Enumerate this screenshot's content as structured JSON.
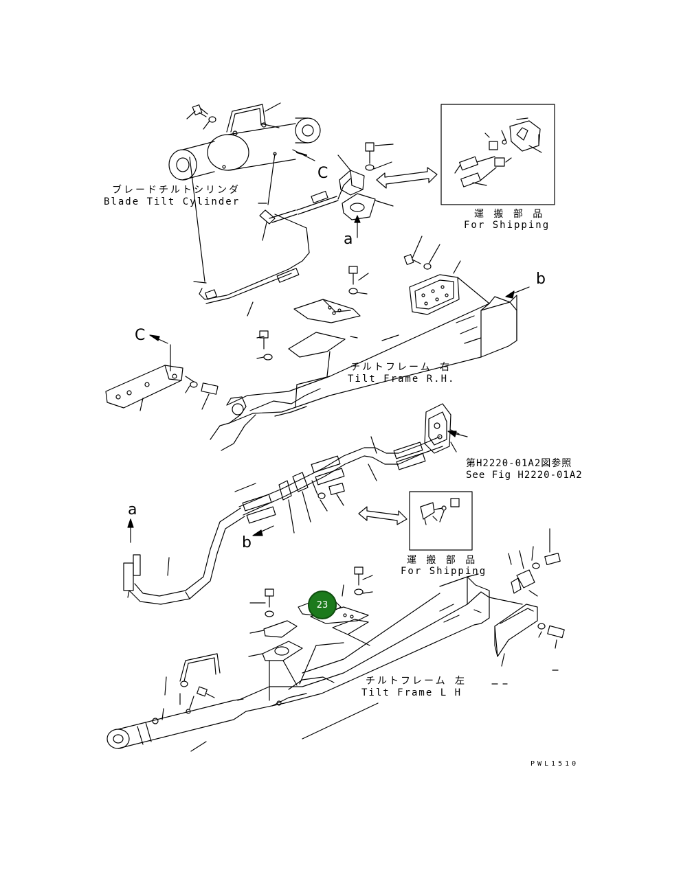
{
  "labels": {
    "cylinder_jp": "ブレードチルトシリンダ",
    "cylinder_en": "Blade Tilt Cylinder",
    "shipping1_jp": "運 搬 部 品",
    "shipping1_en": "For Shipping",
    "shipping2_jp": "運 搬 部 品",
    "shipping2_en": "For Shipping",
    "frame_rh_jp": "チルトフレーム 右",
    "frame_rh_en": "Tilt Frame R.H.",
    "frame_lh_jp": "チルトフレーム 左",
    "frame_lh_en": "Tilt Frame L H",
    "see_fig_jp": "第H2220-01A2図参照",
    "see_fig_en": "See Fig H2220-01A2",
    "ref_c_upper": "C",
    "ref_c_left": "C",
    "ref_a_upper": "a",
    "ref_a_lower": "a",
    "ref_b_upper": "b",
    "ref_b_lower": "b",
    "drawing_code": "PWL1510"
  },
  "callout": {
    "number": "23",
    "color": "#1c7a1c"
  }
}
